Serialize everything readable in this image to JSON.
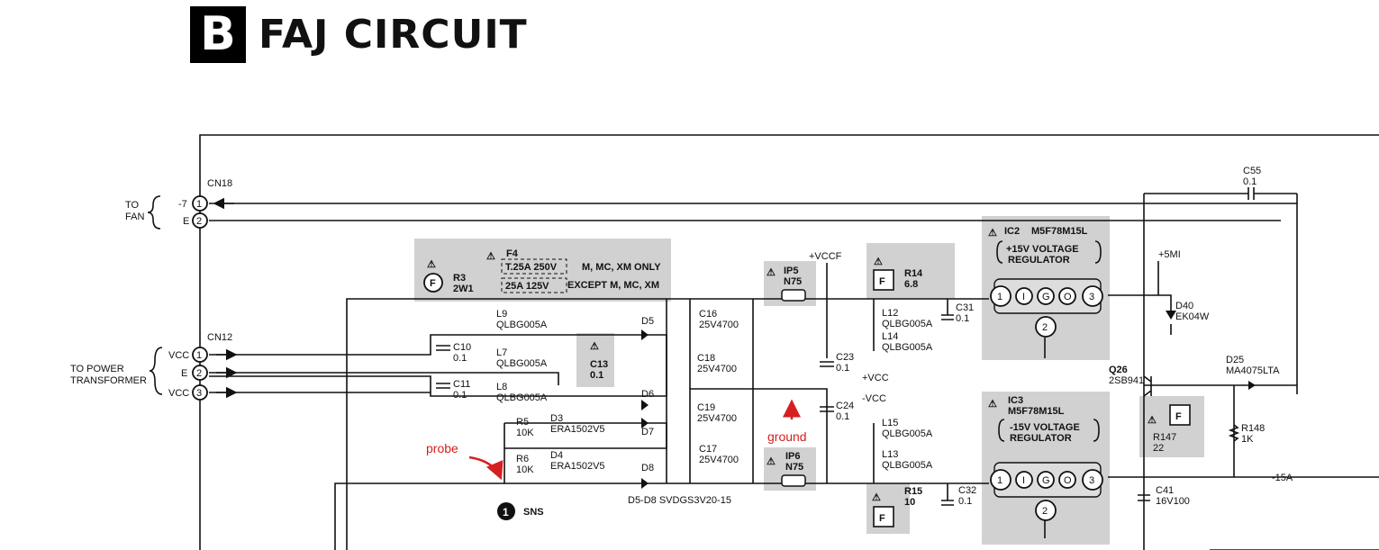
{
  "header": {
    "badge": "B",
    "title": "FAJ CIRCUIT"
  },
  "connectors": {
    "cn18": {
      "ref": "CN18",
      "dest": [
        "TO",
        "FAN"
      ],
      "pin_names": [
        "-7",
        "E"
      ]
    },
    "cn12": {
      "ref": "CN12",
      "dest": [
        "TO POWER",
        "TRANSFORMER"
      ],
      "pin_names": [
        "VCC",
        "E",
        "VCC"
      ]
    },
    "pins": [
      "1",
      "2",
      "3"
    ]
  },
  "fuses": {
    "r3": {
      "ref": "R3",
      "value": "2W1"
    },
    "f4": {
      "ref": "F4",
      "opt1": "T.25A 250V",
      "opt1_note": "M, MC, XM ONLY",
      "opt2": "25A 125V",
      "opt2_note": "EXCEPT M, MC, XM"
    },
    "f_symbol": "F"
  },
  "components": {
    "l9": {
      "ref": "L9",
      "value": "QLBG005A"
    },
    "l7": {
      "ref": "L7",
      "value": "QLBG005A"
    },
    "l8": {
      "ref": "L8",
      "value": "QLBG005A"
    },
    "c10": {
      "ref": "C10",
      "value": "0.1"
    },
    "c11": {
      "ref": "C11",
      "value": "0.1"
    },
    "c13": {
      "ref": "C13",
      "value": "0.1"
    },
    "d5": "D5",
    "d6": "D6",
    "d7": "D7",
    "d8": "D8",
    "d3": {
      "ref": "D3",
      "value": "ERA1502V5"
    },
    "d4": {
      "ref": "D4",
      "value": "ERA1502V5"
    },
    "r5": {
      "ref": "R5",
      "value": "10K"
    },
    "r6": {
      "ref": "R6",
      "value": "10K"
    },
    "c16": {
      "ref": "C16",
      "value": "25V4700"
    },
    "c18": {
      "ref": "C18",
      "value": "25V4700"
    },
    "c19": {
      "ref": "C19",
      "value": "25V4700"
    },
    "c17": {
      "ref": "C17",
      "value": "25V4700"
    },
    "ip5": {
      "ref": "IP5",
      "value": "N75"
    },
    "ip6": {
      "ref": "IP6",
      "value": "N75"
    },
    "c23": {
      "ref": "C23",
      "value": "0.1"
    },
    "c24": {
      "ref": "C24",
      "value": "0.1"
    },
    "r14": {
      "ref": "R14",
      "value": "6.8"
    },
    "r15": {
      "ref": "R15",
      "value": "10"
    },
    "l12": {
      "ref": "L12",
      "value": "QLBG005A"
    },
    "l14": {
      "ref": "L14",
      "value": "QLBG005A"
    },
    "l15": {
      "ref": "L15",
      "value": "QLBG005A"
    },
    "l13": {
      "ref": "L13",
      "value": "QLBG005A"
    },
    "c31": {
      "ref": "C31",
      "value": "0.1"
    },
    "c32": {
      "ref": "C32",
      "value": "0.1"
    },
    "ic2": {
      "ref": "IC2",
      "part": "M5F78M15L",
      "line1": "+15V VOLTAGE",
      "line2": "REGULATOR"
    },
    "ic3": {
      "ref": "IC3",
      "part": "M5F78M15L",
      "line1": "-15V VOLTAGE",
      "line2": "REGULATOR"
    },
    "d40": {
      "ref": "D40",
      "value": "EK04W"
    },
    "d25": {
      "ref": "D25",
      "value": "MA4075LTA"
    },
    "q26": {
      "ref": "Q26",
      "value": "2SB941"
    },
    "r147": {
      "ref": "R147",
      "value": "22"
    },
    "r148": {
      "ref": "R148",
      "value": "1K"
    },
    "c41": {
      "ref": "C41",
      "value": "16V100"
    },
    "c55": {
      "ref": "C55",
      "value": "0.1"
    },
    "diode_note": "D5-D8 SVDGS3V20-15"
  },
  "nets": {
    "vccf": "+VCCF",
    "pvcc": "+VCC",
    "nvcc": "-VCC",
    "p5mi": "+5MI",
    "n15a": "-15A",
    "sns": "SNS",
    "sns_num": "1"
  },
  "ic_pins": [
    "1",
    "I",
    "G",
    "O",
    "3",
    "2"
  ],
  "annotations": {
    "probe": "probe",
    "ground": "ground"
  },
  "colors": {
    "annotation": "#d62020",
    "shade": "#c9c9c9"
  }
}
